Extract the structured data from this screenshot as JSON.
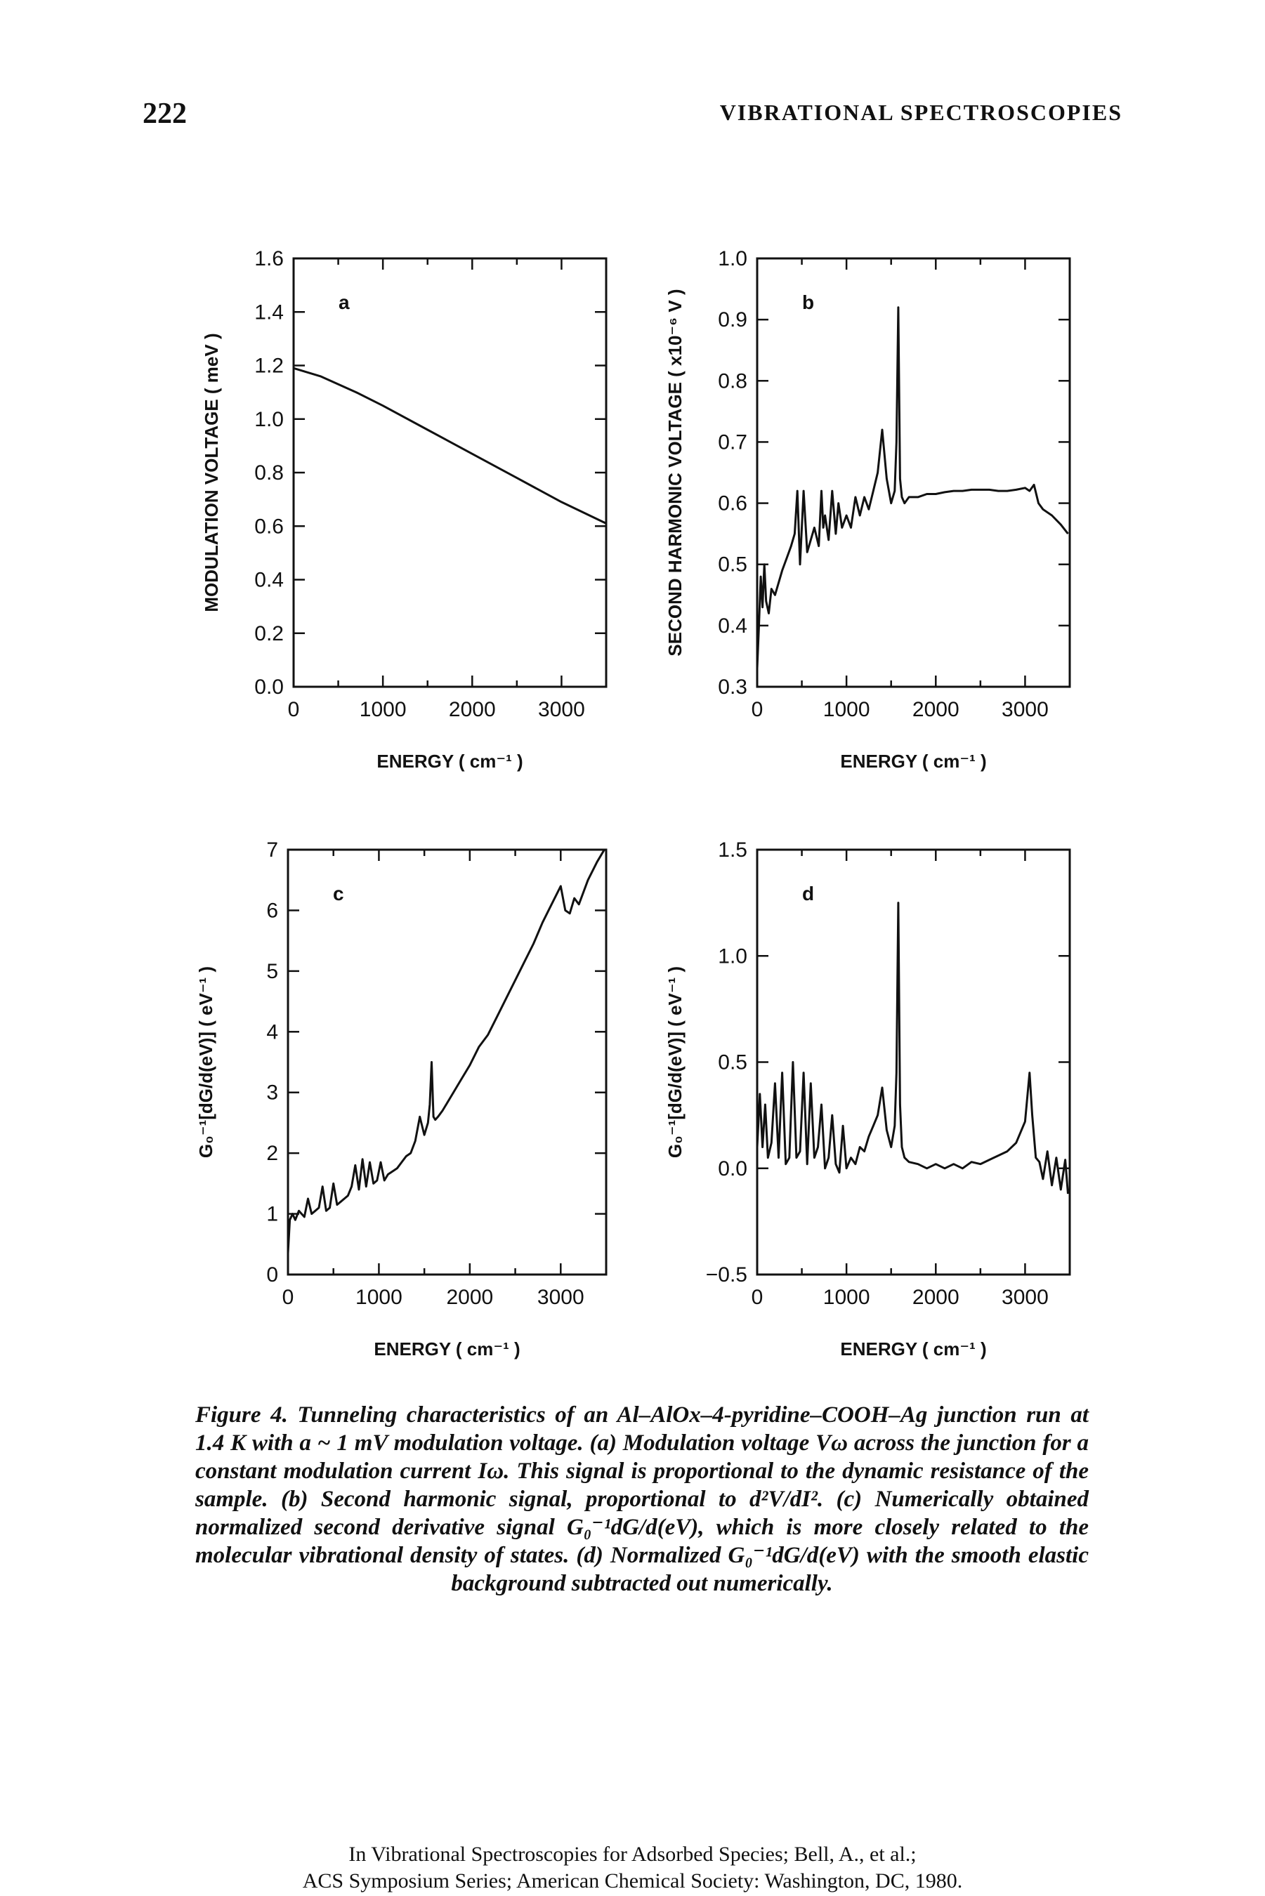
{
  "header": {
    "page_number": "222",
    "running_title": "VIBRATIONAL SPECTROSCOPIES"
  },
  "chart_data": [
    {
      "type": "line",
      "panel_label": "a",
      "xlabel": "ENERGY ( cm⁻¹ )",
      "ylabel": "MODULATION VOLTAGE ( meV )",
      "xlim": [
        0,
        3500
      ],
      "ylim": [
        0.0,
        1.6
      ],
      "x_ticks": [
        "0",
        "1000",
        "2000",
        "3000"
      ],
      "y_ticks": [
        "0.0",
        "0.2",
        "0.4",
        "0.6",
        "0.8",
        "1.0",
        "1.2",
        "1.4",
        "1.6"
      ],
      "series": [
        {
          "x": [
            0,
            300,
            700,
            1000,
            1500,
            2000,
            2500,
            3000,
            3500
          ],
          "y": [
            1.19,
            1.16,
            1.1,
            1.05,
            0.96,
            0.87,
            0.78,
            0.69,
            0.61
          ]
        }
      ]
    },
    {
      "type": "line",
      "panel_label": "b",
      "xlabel": "ENERGY ( cm⁻¹ )",
      "ylabel": "SECOND HARMONIC VOLTAGE ( x10⁻⁶ V )",
      "xlim": [
        0,
        3500
      ],
      "ylim": [
        0.3,
        1.0
      ],
      "x_ticks": [
        "0",
        "1000",
        "2000",
        "3000"
      ],
      "y_ticks": [
        "0.3",
        "0.4",
        "0.5",
        "0.6",
        "0.7",
        "0.8",
        "0.9",
        "1.0"
      ],
      "series": [
        {
          "x": [
            0,
            20,
            40,
            60,
            80,
            100,
            130,
            160,
            200,
            240,
            280,
            330,
            380,
            420,
            450,
            480,
            520,
            560,
            600,
            640,
            690,
            720,
            740,
            760,
            800,
            840,
            880,
            910,
            950,
            1000,
            1050,
            1100,
            1150,
            1200,
            1250,
            1300,
            1350,
            1400,
            1450,
            1500,
            1540,
            1560,
            1580,
            1600,
            1620,
            1650,
            1700,
            1800,
            1900,
            2000,
            2100,
            2200,
            2300,
            2400,
            2500,
            2600,
            2700,
            2800,
            2900,
            3000,
            3050,
            3100,
            3150,
            3200,
            3300,
            3400,
            3480
          ],
          "y": [
            0.33,
            0.4,
            0.48,
            0.43,
            0.5,
            0.44,
            0.42,
            0.46,
            0.45,
            0.47,
            0.49,
            0.51,
            0.53,
            0.55,
            0.62,
            0.5,
            0.62,
            0.52,
            0.54,
            0.56,
            0.53,
            0.62,
            0.56,
            0.58,
            0.54,
            0.62,
            0.55,
            0.6,
            0.56,
            0.58,
            0.56,
            0.61,
            0.58,
            0.61,
            0.59,
            0.62,
            0.65,
            0.72,
            0.64,
            0.6,
            0.62,
            0.7,
            0.92,
            0.64,
            0.61,
            0.6,
            0.61,
            0.61,
            0.615,
            0.615,
            0.618,
            0.62,
            0.62,
            0.622,
            0.622,
            0.622,
            0.62,
            0.62,
            0.622,
            0.625,
            0.62,
            0.63,
            0.6,
            0.59,
            0.58,
            0.565,
            0.55
          ]
        }
      ]
    },
    {
      "type": "line",
      "panel_label": "c",
      "xlabel": "ENERGY ( cm⁻¹ )",
      "ylabel": "G₀⁻¹[dG/d(eV)] ( eV⁻¹ )",
      "xlim": [
        0,
        3500
      ],
      "ylim": [
        0,
        7
      ],
      "x_ticks": [
        "0",
        "1000",
        "2000",
        "3000"
      ],
      "y_ticks": [
        "0",
        "1",
        "2",
        "3",
        "4",
        "5",
        "6",
        "7"
      ],
      "series": [
        {
          "x": [
            0,
            20,
            50,
            80,
            120,
            150,
            180,
            220,
            260,
            300,
            340,
            380,
            420,
            460,
            500,
            540,
            580,
            620,
            660,
            700,
            740,
            780,
            820,
            860,
            900,
            940,
            980,
            1020,
            1060,
            1100,
            1150,
            1200,
            1250,
            1300,
            1350,
            1400,
            1450,
            1500,
            1540,
            1560,
            1580,
            1600,
            1620,
            1650,
            1700,
            1800,
            1900,
            2000,
            2100,
            2200,
            2300,
            2400,
            2500,
            2600,
            2700,
            2800,
            2900,
            3000,
            3050,
            3100,
            3150,
            3200,
            3300,
            3400,
            3480
          ],
          "y": [
            0.35,
            0.9,
            1.0,
            0.9,
            1.05,
            1.0,
            0.95,
            1.25,
            1.0,
            1.05,
            1.1,
            1.45,
            1.05,
            1.1,
            1.5,
            1.15,
            1.2,
            1.25,
            1.3,
            1.45,
            1.8,
            1.4,
            1.9,
            1.45,
            1.85,
            1.5,
            1.55,
            1.85,
            1.55,
            1.65,
            1.7,
            1.75,
            1.85,
            1.95,
            2.0,
            2.2,
            2.6,
            2.3,
            2.5,
            2.8,
            3.5,
            2.6,
            2.55,
            2.6,
            2.7,
            2.95,
            3.2,
            3.45,
            3.75,
            3.95,
            4.25,
            4.55,
            4.85,
            5.15,
            5.45,
            5.8,
            6.1,
            6.4,
            6.0,
            5.95,
            6.2,
            6.1,
            6.5,
            6.8,
            7.0
          ]
        }
      ]
    },
    {
      "type": "line",
      "panel_label": "d",
      "xlabel": "ENERGY ( cm⁻¹ )",
      "ylabel": "G₀⁻¹[dG/d(eV)] ( eV⁻¹ )",
      "xlim": [
        0,
        3500
      ],
      "ylim": [
        -0.5,
        1.5
      ],
      "x_ticks": [
        "0",
        "1000",
        "2000",
        "3000"
      ],
      "y_ticks": [
        "−0.5",
        "0.0",
        "0.5",
        "1.0",
        "1.5"
      ],
      "series": [
        {
          "x": [
            0,
            30,
            60,
            90,
            120,
            160,
            200,
            240,
            280,
            320,
            360,
            400,
            440,
            480,
            520,
            560,
            600,
            640,
            680,
            720,
            760,
            800,
            840,
            880,
            920,
            960,
            1000,
            1050,
            1100,
            1150,
            1200,
            1250,
            1300,
            1350,
            1400,
            1450,
            1500,
            1540,
            1560,
            1580,
            1600,
            1620,
            1650,
            1700,
            1800,
            1900,
            2000,
            2100,
            2200,
            2300,
            2400,
            2500,
            2600,
            2700,
            2800,
            2900,
            3000,
            3050,
            3080,
            3120,
            3160,
            3200,
            3250,
            3300,
            3350,
            3400,
            3450,
            3480
          ],
          "y": [
            0.1,
            0.35,
            0.1,
            0.3,
            0.05,
            0.12,
            0.4,
            0.05,
            0.45,
            0.02,
            0.05,
            0.5,
            0.05,
            0.08,
            0.45,
            0.02,
            0.4,
            0.05,
            0.1,
            0.3,
            0.0,
            0.05,
            0.25,
            0.02,
            -0.02,
            0.2,
            0.0,
            0.05,
            0.02,
            0.1,
            0.08,
            0.15,
            0.2,
            0.25,
            0.38,
            0.18,
            0.1,
            0.2,
            0.45,
            1.25,
            0.3,
            0.1,
            0.05,
            0.03,
            0.02,
            0.0,
            0.02,
            0.0,
            0.02,
            0.0,
            0.03,
            0.02,
            0.04,
            0.06,
            0.08,
            0.12,
            0.22,
            0.45,
            0.25,
            0.05,
            0.03,
            -0.05,
            0.08,
            -0.08,
            0.05,
            -0.1,
            0.04,
            -0.12
          ]
        }
      ]
    }
  ],
  "caption": {
    "text": "Figure 4. Tunneling characteristics of an Al–AlOx–4-pyridine–COOH–Ag junction run at 1.4 K with a ~ 1 mV modulation voltage. (a) Modulation voltage Vω across the junction for a constant modulation current Iω. This signal is proportional to the dynamic resistance of the sample. (b) Second harmonic signal, proportional to d²V/dI². (c) Numerically obtained normalized second derivative signal G₀⁻¹dG/d(eV), which is more closely related to the molecular vibrational density of states. (d) Normalized G₀⁻¹dG/d(eV) with the smooth elastic background subtracted out numerically."
  },
  "footer": {
    "line1": "In Vibrational Spectroscopies for Adsorbed Species; Bell, A., et al.;",
    "line2": "ACS Symposium Series; American Chemical Society: Washington, DC, 1980."
  }
}
